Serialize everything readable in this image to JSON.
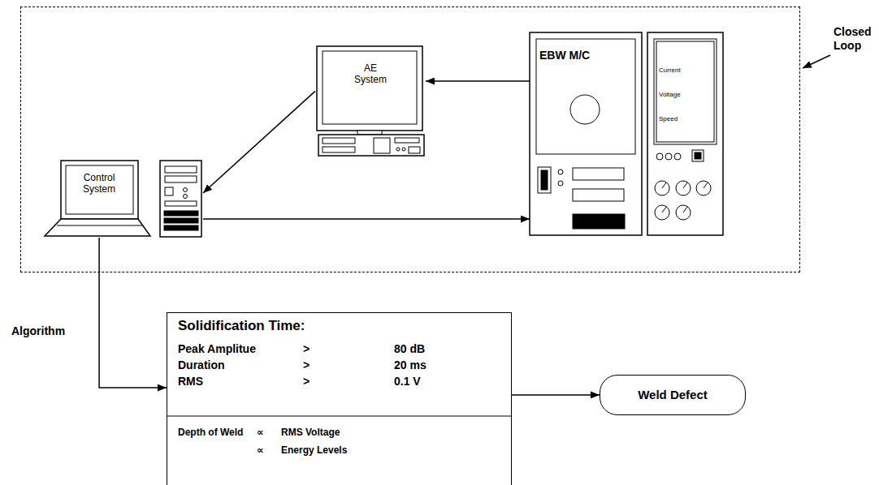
{
  "diagram": {
    "nodes": [
      {
        "text": [
          "Closed Loop"
        ]
      },
      {
        "text": [
          "AE System"
        ],
        "in": 0
      },
      {
        "text": [
          "EBW M/C"
        ],
        "in": 0
      },
      {
        "text": [
          "Current",
          "Voltage",
          "Speed"
        ],
        "in": 0
      },
      {
        "text": [
          "Control System"
        ],
        "in": 0
      },
      {
        "text": [
          "Solidification Time:",
          "Peak Amplitue",
          ">",
          "80 dB",
          "Duration",
          ">",
          "20 ms",
          "RMS",
          ">",
          "0.1 V",
          "Depth of Weld",
          "∝",
          "RMS Voltage",
          "∝",
          "Energy Levels"
        ]
      },
      {
        "text": [
          "Weld Defect"
        ]
      }
    ],
    "edges": [
      {
        "from": 2,
        "to": 1,
        "arrow": "to"
      },
      {
        "from": 1,
        "to": 4,
        "arrow": "to"
      },
      {
        "from": 4,
        "to": 2,
        "arrow": "to"
      },
      {
        "from": 4,
        "to": 5,
        "arrow": "to",
        "label": "Algorithm"
      },
      {
        "from": 5,
        "to": 6,
        "arrow": "to"
      }
    ]
  }
}
